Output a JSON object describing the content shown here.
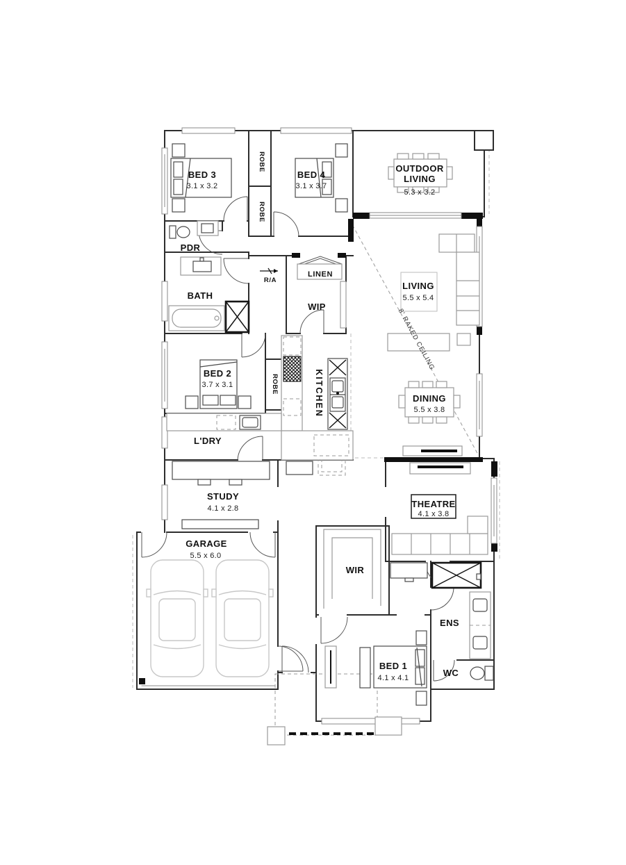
{
  "rooms": {
    "bed3": {
      "name": "BED 3",
      "dim": "3.1 x 3.2"
    },
    "bed4": {
      "name": "BED 4",
      "dim": "3.1 x 3.7"
    },
    "outdoor_living": {
      "line1": "OUTDOOR",
      "line2": "LIVING",
      "dim": "5.3 x 3.2"
    },
    "pdr": {
      "name": "PDR"
    },
    "bath": {
      "name": "BATH"
    },
    "return_air": {
      "name": "R/A"
    },
    "linen": {
      "name": "LINEN"
    },
    "wip": {
      "name": "WIP"
    },
    "living": {
      "name": "LIVING",
      "dim": "5.5 x 5.4"
    },
    "bed2": {
      "name": "BED 2",
      "dim": "3.7 x 3.1"
    },
    "kitchen": {
      "name": "KITCHEN"
    },
    "dining": {
      "name": "DINING",
      "dim": "5.5 x 3.8"
    },
    "laundry": {
      "name": "L'DRY"
    },
    "study": {
      "name": "STUDY",
      "dim": "4.1 x 2.8"
    },
    "theatre": {
      "name": "THEATRE",
      "dim": "4.1 x 3.8"
    },
    "garage": {
      "name": "GARAGE",
      "dim": "5.5 x 6.0"
    },
    "wir": {
      "name": "WIR"
    },
    "ens": {
      "name": "ENS"
    },
    "bed1": {
      "name": "BED 1",
      "dim": "4.1 x 4.1"
    },
    "wc": {
      "name": "WC"
    }
  },
  "storage": {
    "robe": "ROBE"
  },
  "annotations": {
    "raked_ceiling": "8' RAKED CEILING"
  }
}
